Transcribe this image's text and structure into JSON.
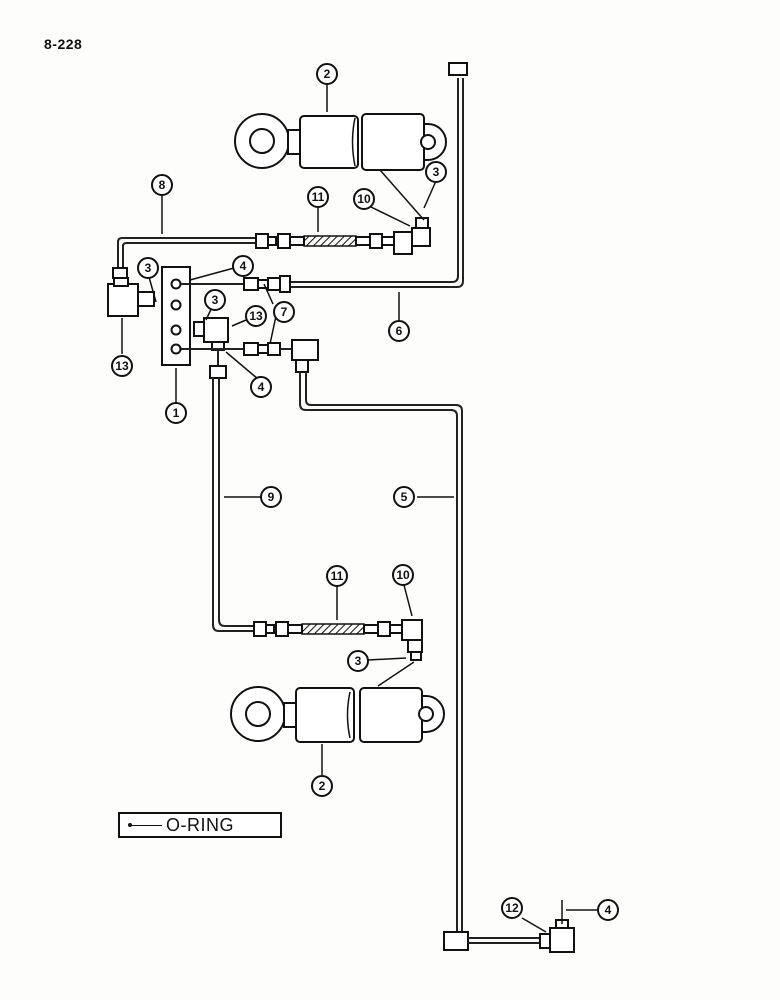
{
  "page_number": "8-228",
  "legend": {
    "text": "O-RING"
  },
  "callouts": [
    {
      "id": "c2-top",
      "label": "2"
    },
    {
      "id": "c3-top",
      "label": "3"
    },
    {
      "id": "c10-top",
      "label": "10"
    },
    {
      "id": "c11-top",
      "label": "11"
    },
    {
      "id": "c8",
      "label": "8"
    },
    {
      "id": "c4-a",
      "label": "4"
    },
    {
      "id": "c3-b",
      "label": "3"
    },
    {
      "id": "c3-c",
      "label": "3"
    },
    {
      "id": "c13-a",
      "label": "13"
    },
    {
      "id": "c7",
      "label": "7"
    },
    {
      "id": "c6",
      "label": "6"
    },
    {
      "id": "c13-b",
      "label": "13"
    },
    {
      "id": "c4-b",
      "label": "4"
    },
    {
      "id": "c1",
      "label": "1"
    },
    {
      "id": "c9",
      "label": "9"
    },
    {
      "id": "c5",
      "label": "5"
    },
    {
      "id": "c11-bottom",
      "label": "11"
    },
    {
      "id": "c10-bottom",
      "label": "10"
    },
    {
      "id": "c3-bottom",
      "label": "3"
    },
    {
      "id": "c2-bottom",
      "label": "2"
    },
    {
      "id": "c12",
      "label": "12"
    },
    {
      "id": "c4-bottom",
      "label": "4"
    }
  ]
}
